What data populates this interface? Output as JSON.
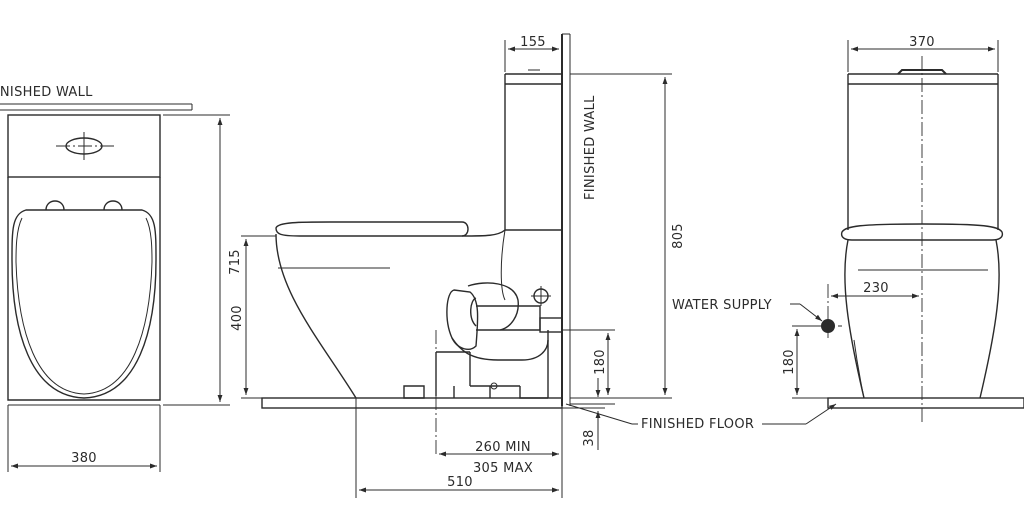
{
  "labels": {
    "finished_wall_front": "FINISHED WALL",
    "finished_wall_side": "FINISHED WALL",
    "finished_floor": "FINISHED FLOOR",
    "water_supply": "WATER SUPPLY"
  },
  "dimensions": {
    "front_height": "715",
    "front_width": "380",
    "side_seat_height": "400",
    "side_tank_depth": "155",
    "side_total_height": "805",
    "side_outlet_height": "180",
    "side_outlet_floor": "38",
    "side_rough_min": "260 MIN",
    "side_rough_max": "305 MAX",
    "side_total_depth": "510",
    "rear_width": "370",
    "rear_supply_offset": "230",
    "rear_supply_height": "180"
  }
}
